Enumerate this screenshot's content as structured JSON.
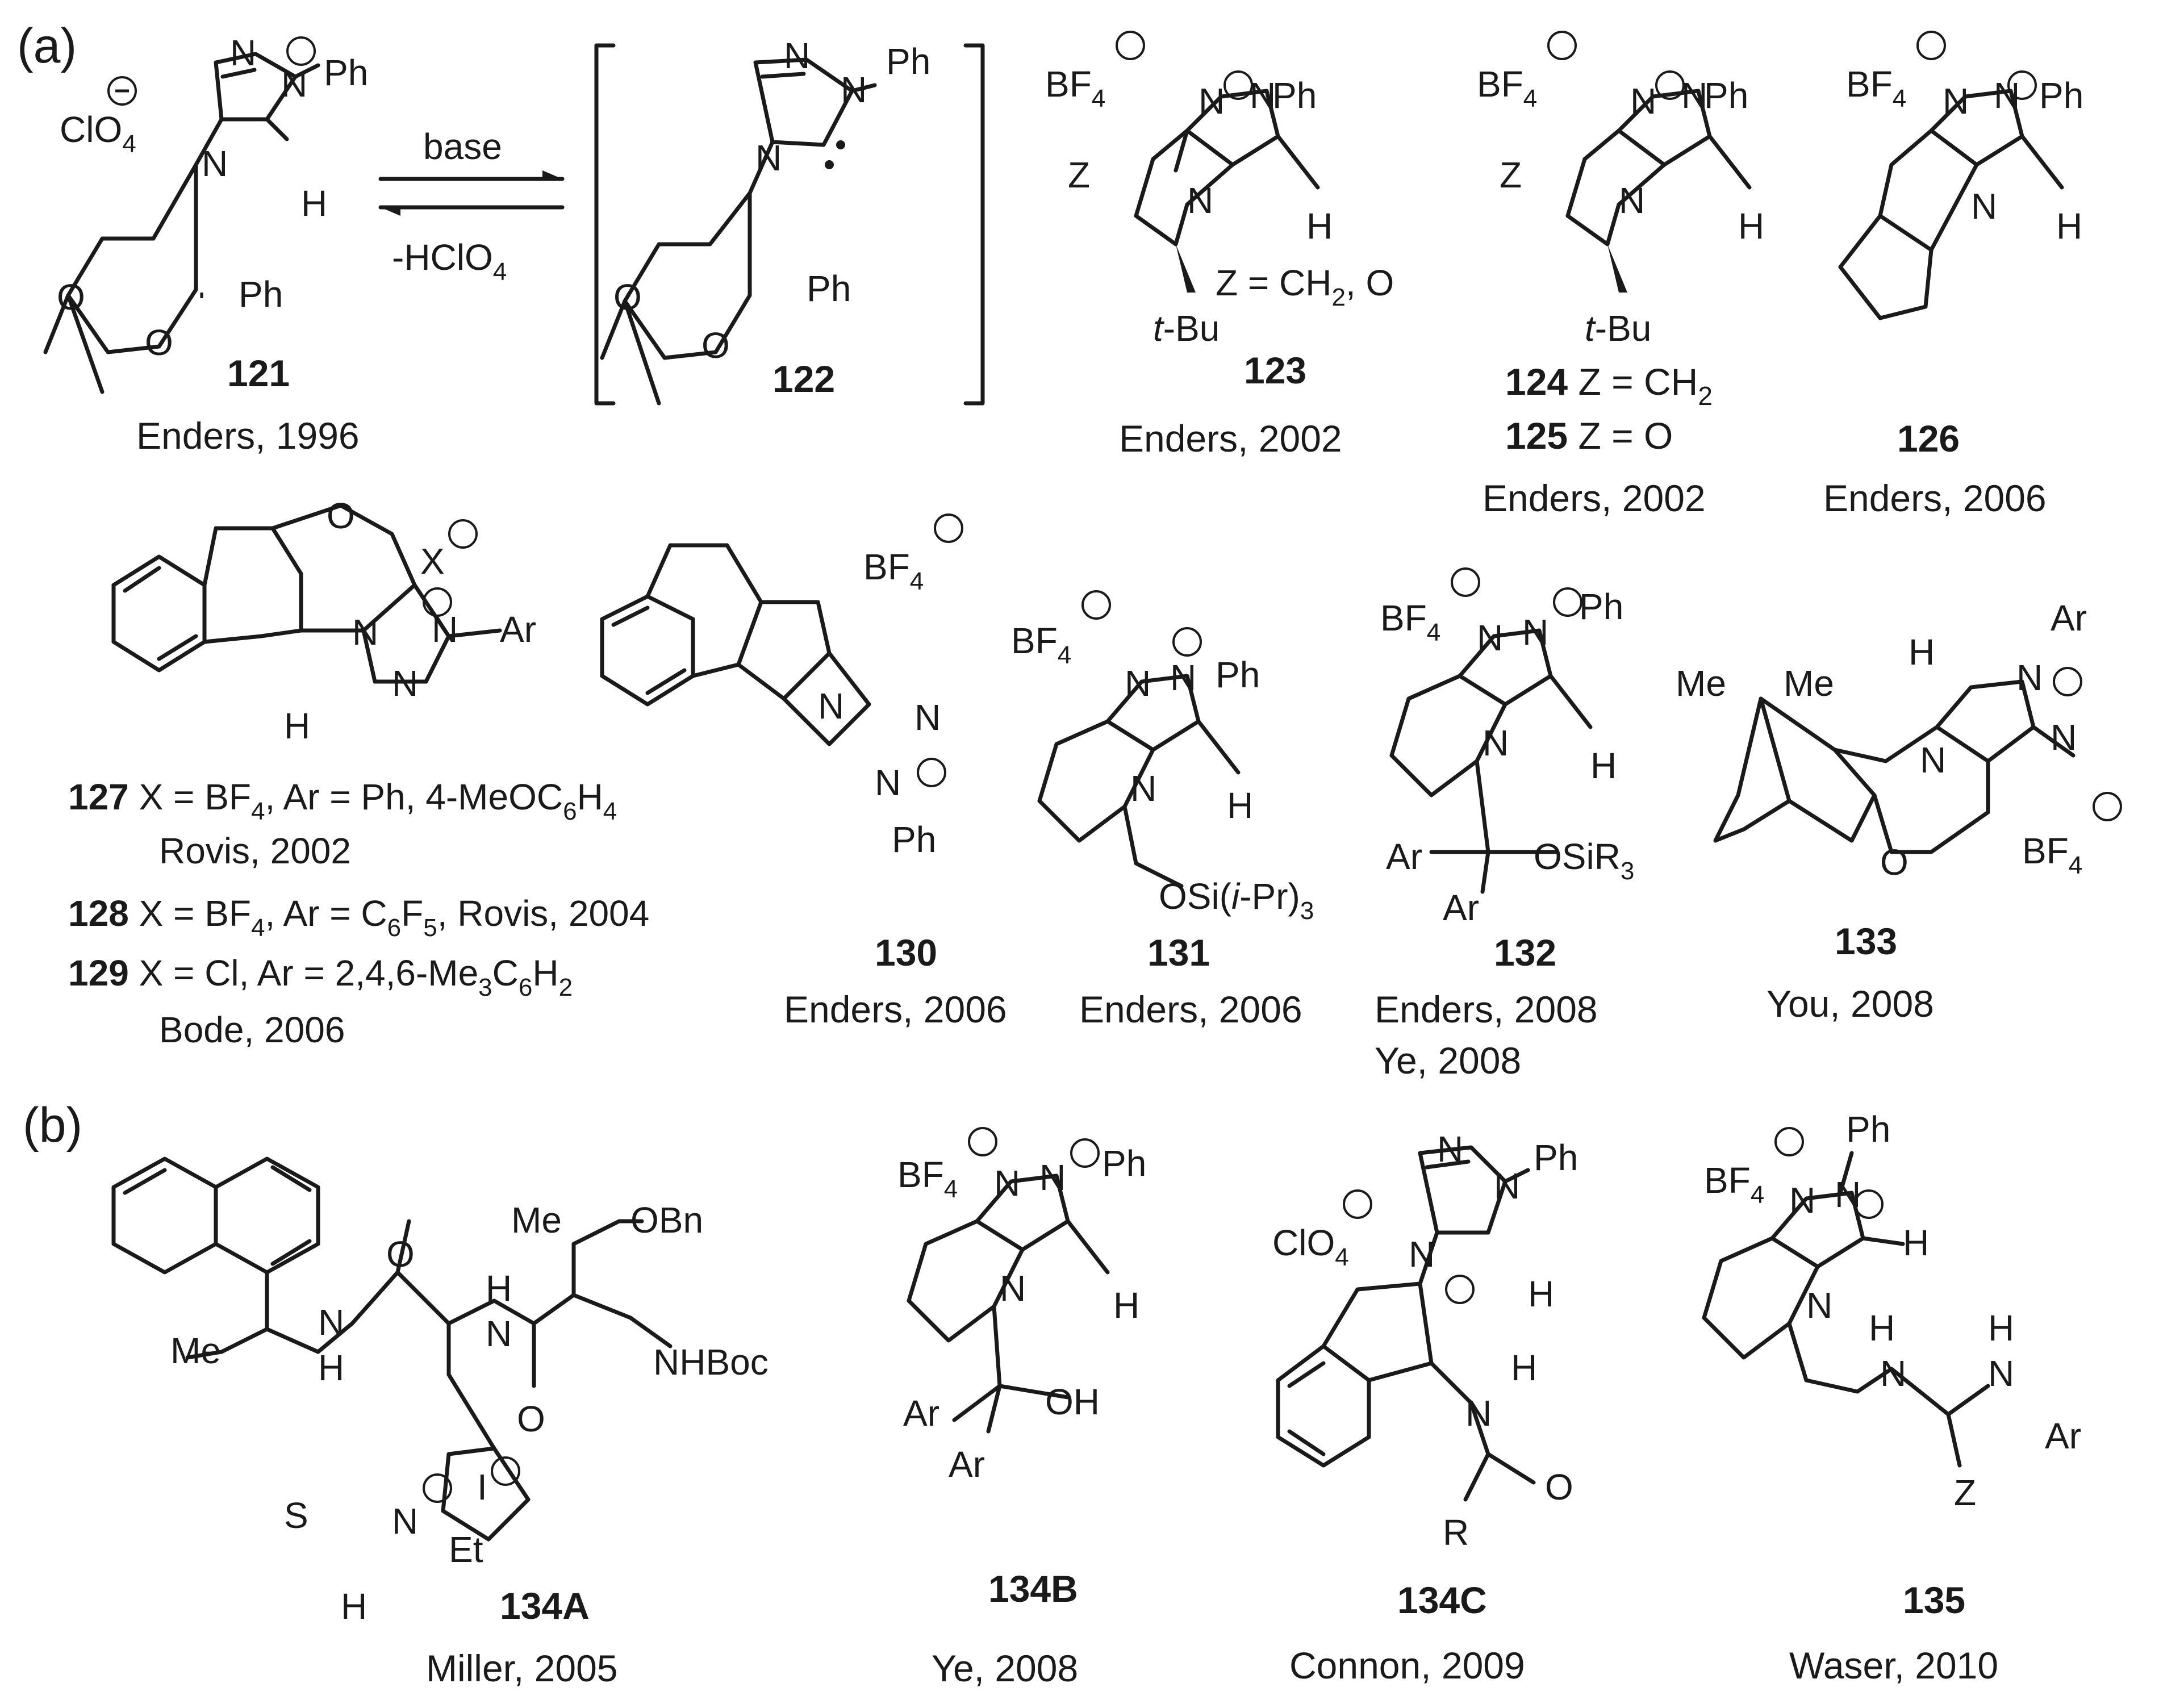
{
  "panels": {
    "a": "(a)",
    "b": "(b)"
  },
  "reaction": {
    "forward": "base",
    "reverse": "-HClO",
    "reverse_sub": "4"
  },
  "compounds": [
    {
      "id": "121",
      "credit": "Enders, 1996"
    },
    {
      "id": "122"
    },
    {
      "id": "123",
      "credit": "Enders, 2002",
      "note": "Z = CH",
      "note_sub": "2",
      "note_tail": ", O"
    },
    {
      "id": "124",
      "line": "Z = CH",
      "line_sub": "2"
    },
    {
      "id": "125",
      "line": "Z = O",
      "credit": "Enders, 2002"
    },
    {
      "id": "126",
      "credit": "Enders, 2006"
    },
    {
      "id": "127",
      "line": "X = BF",
      "line_sub": "4",
      "line_tail": ", Ar = Ph, 4-MeOC",
      "line_sub2": "6",
      "line_tail2": "H",
      "line_sub3": "4",
      "credit": "Rovis, 2002"
    },
    {
      "id": "128",
      "line": "X = BF",
      "line_sub": "4",
      "line_tail": ", Ar = C",
      "line_sub2": "6",
      "line_tail2": "F",
      "line_sub3": "5",
      "line_tail3": ", Rovis, 2004"
    },
    {
      "id": "129",
      "line": "X = Cl, Ar = 2,4,6-Me",
      "line_sub": "3",
      "line_tail": "C",
      "line_sub2": "6",
      "line_tail2": "H",
      "line_sub3": "2",
      "credit": "Bode, 2006"
    },
    {
      "id": "130",
      "credit": "Enders,  2006"
    },
    {
      "id": "131",
      "credit": "Enders, 2006"
    },
    {
      "id": "132",
      "credit": "Enders, 2008",
      "credit2": "Ye, 2008"
    },
    {
      "id": "133",
      "credit": "You, 2008"
    },
    {
      "id": "134A",
      "credit": "Miller, 2005"
    },
    {
      "id": "134B",
      "credit": "Ye, 2008"
    },
    {
      "id": "134C",
      "credit": "Connon, 2009"
    },
    {
      "id": "135",
      "credit": "Waser, 2010"
    }
  ],
  "atoms": {
    "N": "N",
    "O": "O",
    "S": "S",
    "H": "H",
    "Z": "Z",
    "R": "R",
    "Ph": "Ph",
    "Ar": "Ar",
    "Me": "Me",
    "Et": "Et",
    "tBu_t": "t",
    "tBu": "-Bu",
    "ClO": "ClO",
    "four": "4",
    "BF": "BF",
    "X": "X",
    "I": "I",
    "OSiR": "OSiR",
    "three": "3",
    "OSi": "OSi(",
    "ipr_i": "i",
    "ipr": "-Pr)",
    "OH": "OH",
    "OBn": "OBn",
    "NHBoc": "NHBoc"
  }
}
